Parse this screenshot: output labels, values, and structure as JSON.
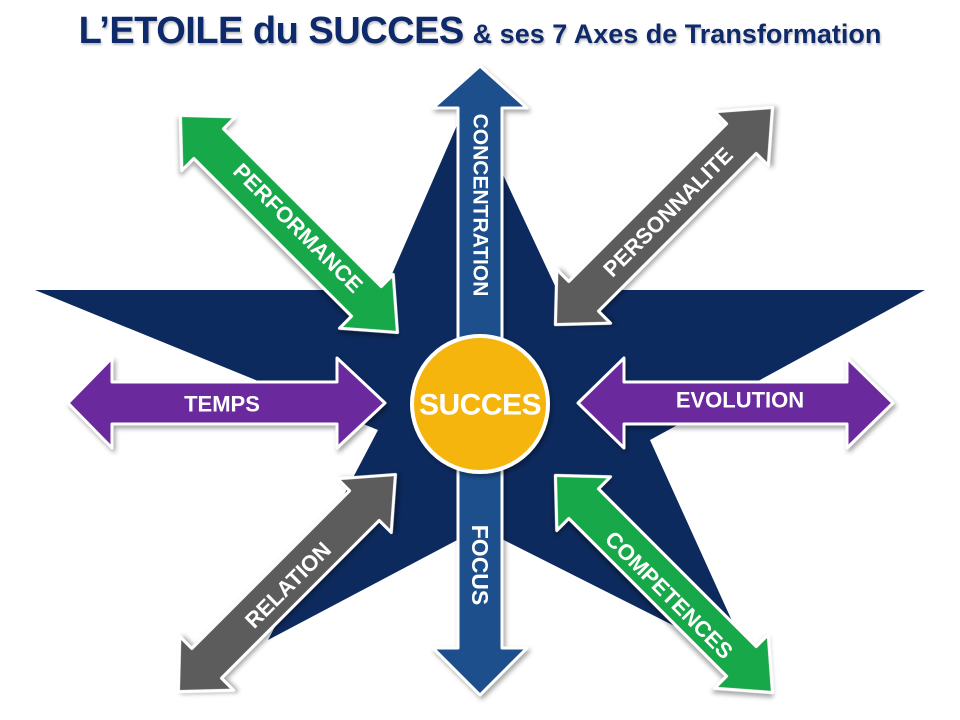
{
  "title": {
    "main": "L’ETOILE du SUCCES",
    "sub": "& ses 7 Axes de Transformation"
  },
  "center": {
    "label": "SUCCES"
  },
  "axes": {
    "concentration": "CONCENTRATION",
    "focus": "FOCUS",
    "performance": "PERFORMANCE",
    "personnalite": "PERSONNALITE",
    "temps": "TEMPS",
    "evolution": "EVOLUTION",
    "relation": "RELATION",
    "competences": "COMPETENCES"
  },
  "colors": {
    "title": "#0e2a6b",
    "star": "#0d2a5e",
    "vertical_arrow": "#1f4f8c",
    "green": "#17a84a",
    "gray": "#5b5b5b",
    "purple": "#6a2c9e",
    "center_fill": "#f5b50a",
    "outline": "#ffffff"
  }
}
